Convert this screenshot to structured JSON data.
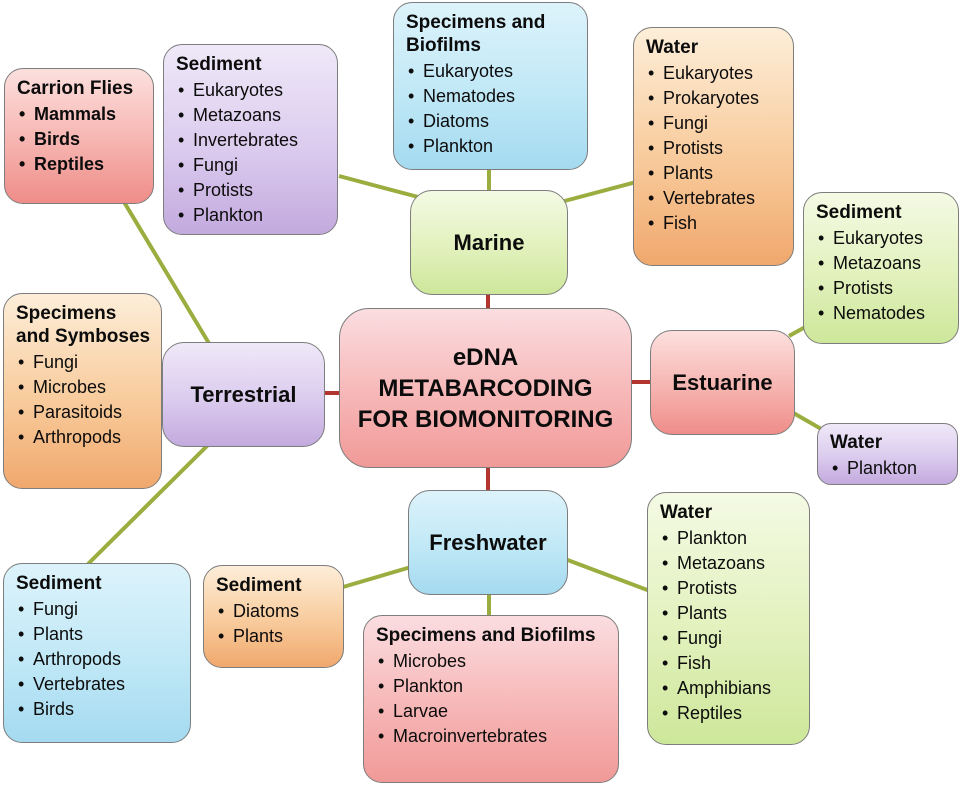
{
  "center": {
    "label": "eDNA METABARCODING FOR BIOMONITORING"
  },
  "nodes": {
    "marine": {
      "label": "Marine"
    },
    "terrestrial": {
      "label": "Terrestrial"
    },
    "estuarine": {
      "label": "Estuarine"
    },
    "freshwater": {
      "label": "Freshwater"
    }
  },
  "leaves": {
    "carrion_flies": {
      "title": "Carrion Flies",
      "items": [
        "Mammals",
        "Birds",
        "Reptiles"
      ]
    },
    "marine_sediment": {
      "title": "Sediment",
      "items": [
        "Eukaryotes",
        "Metazoans",
        "Invertebrates",
        "Fungi",
        "Protists",
        "Plankton"
      ]
    },
    "marine_biofilms": {
      "title": "Specimens and Biofilms",
      "items": [
        "Eukaryotes",
        "Nematodes",
        "Diatoms",
        "Plankton"
      ]
    },
    "marine_water": {
      "title": "Water",
      "items": [
        "Eukaryotes",
        "Prokaryotes",
        "Fungi",
        "Protists",
        "Plants",
        "Vertebrates",
        "Fish"
      ]
    },
    "estuarine_sediment": {
      "title": "Sediment",
      "items": [
        "Eukaryotes",
        "Metazoans",
        "Protists",
        "Nematodes"
      ]
    },
    "estuarine_water": {
      "title": "Water",
      "items": [
        "Plankton"
      ]
    },
    "terrestrial_symbioses": {
      "title": "Specimens and Symboses",
      "items": [
        "Fungi",
        "Microbes",
        "Parasitoids",
        "Arthropods"
      ]
    },
    "terrestrial_sediment": {
      "title": "Sediment",
      "items": [
        "Fungi",
        "Plants",
        "Arthropods",
        "Vertebrates",
        "Birds"
      ]
    },
    "freshwater_sediment": {
      "title": "Sediment",
      "items": [
        "Diatoms",
        "Plants"
      ]
    },
    "freshwater_biofilms": {
      "title": "Specimens and Biofilms",
      "items": [
        "Microbes",
        "Plankton",
        "Larvae",
        "Macroinvertebrates"
      ]
    },
    "freshwater_water": {
      "title": "Water",
      "items": [
        "Plankton",
        "Metazoans",
        "Protists",
        "Plants",
        "Fungi",
        "Fish",
        "Amphibians",
        "Reptiles"
      ]
    }
  },
  "colors": {
    "center_line": "#b2362f",
    "branch_line": "#9aad3f"
  }
}
